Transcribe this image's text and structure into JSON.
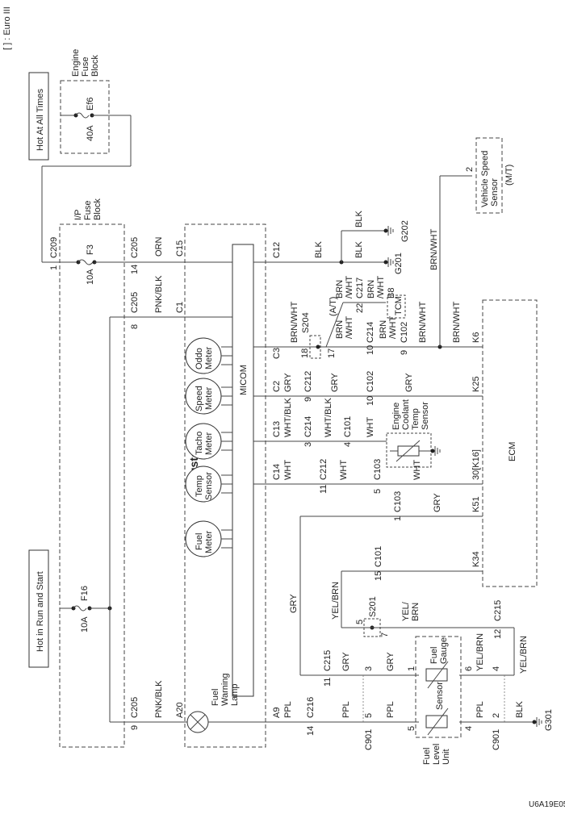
{
  "legend_note": "[ ] : Euro III",
  "figure_id": "U6A19E05",
  "power": {
    "hot_at_all_times": "Hot At All Times",
    "hot_in_run_start": "Hot in Run and Start"
  },
  "engine_fuse_block": {
    "title_lines": [
      "Engine",
      "Fuse",
      "Block"
    ],
    "fuse": "Ef6",
    "rating": "40A"
  },
  "ip_fuse_block": {
    "title_lines": [
      "I/P",
      "Fuse",
      "Block"
    ],
    "fuse_f3": "F3",
    "rating_f3": "10A",
    "fuse_f16": "F16",
    "rating_f16": "10A"
  },
  "cluster": {
    "title": "Cluster",
    "micom": "MICOM",
    "meters": [
      {
        "lines": [
          "Oddo",
          "Meter"
        ]
      },
      {
        "lines": [
          "Speed",
          "Meter"
        ]
      },
      {
        "lines": [
          "Tacho",
          "Meter"
        ]
      },
      {
        "lines": [
          "Temp",
          "Sensor"
        ]
      },
      {
        "lines": [
          "Fuel",
          "Meter"
        ]
      }
    ],
    "lamp_lines": [
      "Fuel",
      "Warning",
      "Lamp"
    ]
  },
  "ecm": {
    "title": "ECM"
  },
  "tcm": {
    "title": "TCM"
  },
  "vss": {
    "lines": [
      "Vehicle Speed",
      "Sensor",
      "(M/T)"
    ],
    "pin": "2"
  },
  "ect": {
    "lines": [
      "Engine",
      "Coolant",
      "Temp",
      "Sensor"
    ]
  },
  "fuel_level_unit": {
    "lines": [
      "Fuel",
      "Level",
      "Unit"
    ],
    "gauge_lines": [
      "Fuel",
      "Gauge"
    ],
    "sensor": "Sensor"
  },
  "splices": {
    "s204": "S204",
    "s201": "S201",
    "at": "(A/T)"
  },
  "grounds": {
    "g201": "G201",
    "g202": "G202",
    "g301": "G301"
  },
  "connectors": {
    "c209": "C209",
    "c205": "C205",
    "c15": "C15",
    "c1": "C1",
    "c12": "C12",
    "c3": "C3",
    "c2": "C2",
    "c13": "C13",
    "c14": "C14",
    "a20": "A20",
    "a9": "A9",
    "c212": "C212",
    "c214": "C214",
    "c101": "C101",
    "c102": "C102",
    "c103": "C103",
    "c215": "C215",
    "c216": "C216",
    "c217": "C217",
    "c901": "C901",
    "b8": "B8",
    "k6": "K6",
    "k25": "K25",
    "k16": "30[K16]",
    "k51": "K51",
    "k34": "K34"
  },
  "pins": {
    "p1": "1",
    "p14": "14",
    "p8": "8",
    "p9": "9",
    "p18": "18",
    "p17": "17",
    "p22": "22",
    "p10": "10",
    "p3": "3",
    "p4": "4",
    "p11": "11",
    "p5": "5",
    "p15": "15",
    "p7": "7",
    "p12": "12",
    "p6": "6",
    "p2": "2"
  },
  "wires": {
    "orn": "ORN",
    "pnk_blk": "PNK/BLK",
    "blk": "BLK",
    "brn_wht": "BRN/WHT",
    "brn": "BRN",
    "wht_sl": "/WHT",
    "gry": "GRY",
    "wht_blk": "WHT/BLK",
    "wht": "WHT",
    "ppl": "PPL",
    "yel_brn": "YEL/BRN",
    "yel_sl": "YEL/",
    "brn2": "BRN"
  }
}
